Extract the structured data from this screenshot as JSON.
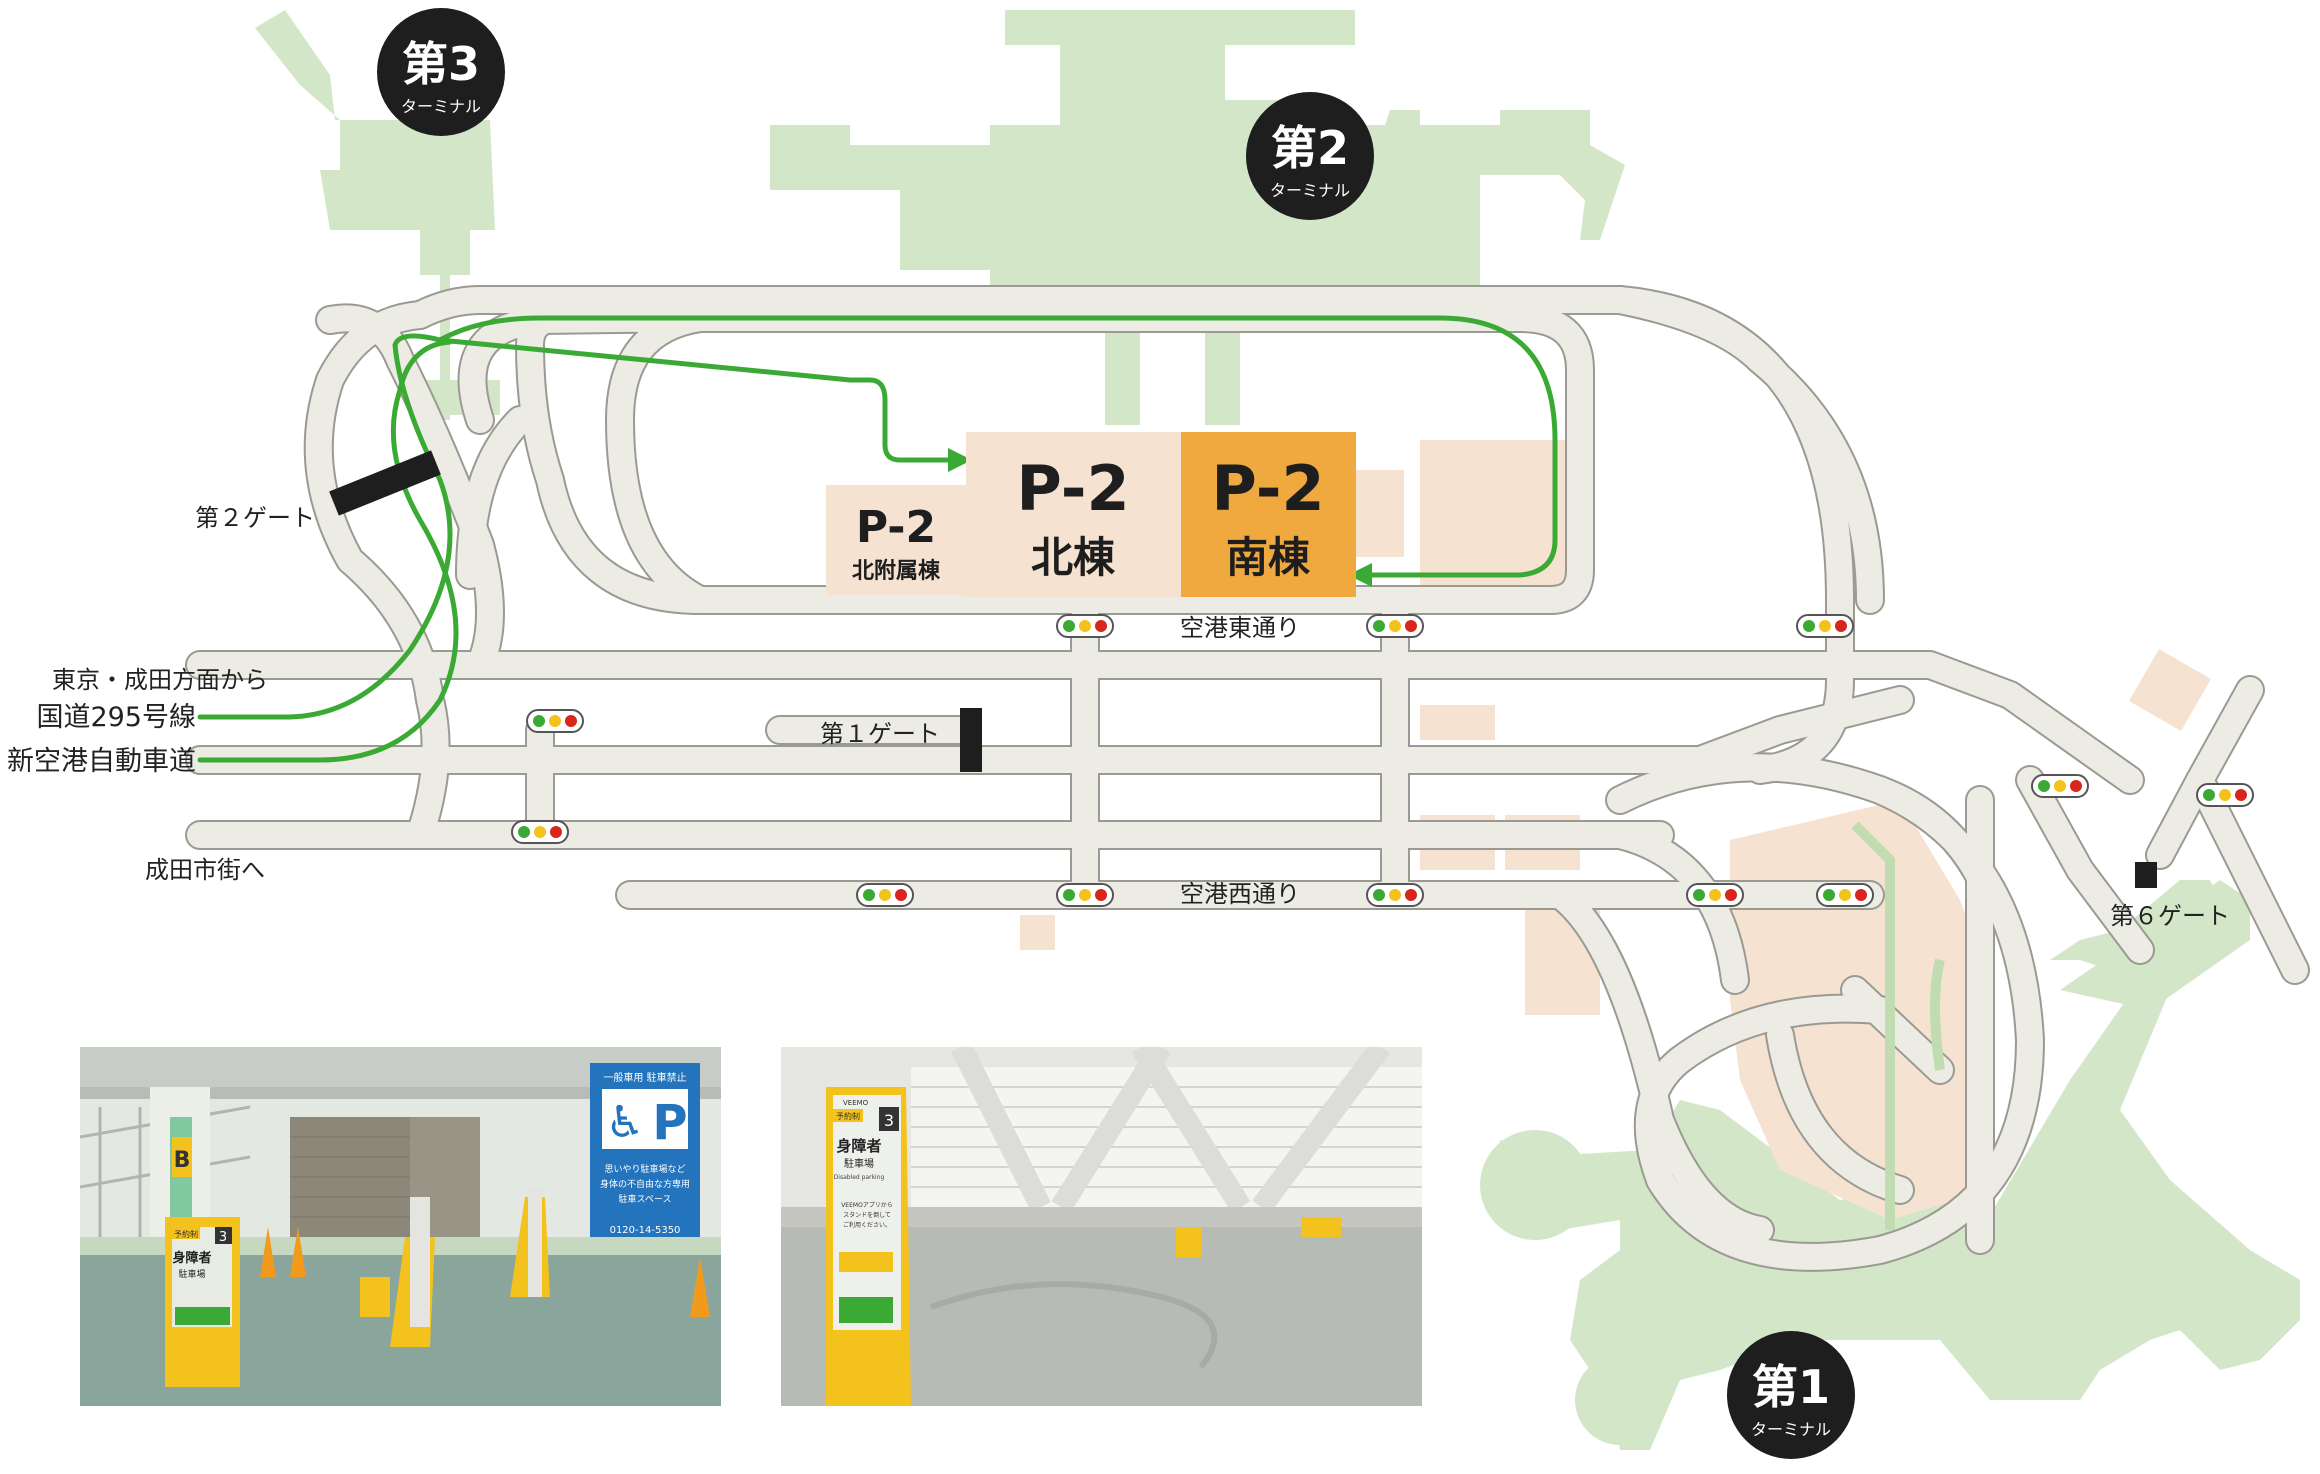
{
  "terminals": [
    {
      "id": "t3",
      "num": "第3",
      "sub": "ターミナル"
    },
    {
      "id": "t2",
      "num": "第2",
      "sub": "ターミナル"
    },
    {
      "id": "t1",
      "num": "第1",
      "sub": "ターミナル"
    }
  ],
  "parking": {
    "north_annex": {
      "name": "P-2",
      "sub": "北附属棟"
    },
    "north": {
      "name": "P-2",
      "sub": "北棟"
    },
    "south": {
      "name": "P-2",
      "sub": "南棟"
    }
  },
  "gates": {
    "gate2": "第２ゲート",
    "gate1": "第１ゲート",
    "gate6": "第６ゲート"
  },
  "roads": {
    "east": "空港東通り",
    "west": "空港西通り"
  },
  "routes": {
    "from_tokyo": "東京・成田方面から",
    "route295": "国道295号線",
    "expressway": "新空港自動車道",
    "to_narita": "成田市街へ"
  },
  "photo_left": {
    "pillar_letter": "B",
    "sign_header": "一般車用 駐車禁止",
    "sign_symbol": "P",
    "sign_note1": "思いやり駐車場など",
    "sign_note2": "身体の不自由な方専用",
    "sign_note3": "駐車スペース",
    "sign_phone": "0120-14-5350",
    "stand_tag": "予約制",
    "stand_num": "3",
    "stand_title": "身障者",
    "stand_sub": "駐車場"
  },
  "photo_right": {
    "brand": "VEEMO",
    "stand_tag": "予約制",
    "stand_num": "3",
    "stand_title": "身障者",
    "stand_sub": "駐車場",
    "stand_en": "Disabled parking",
    "stand_note1": "VEEMOアプリから",
    "stand_note2": "スタンドを倒して",
    "stand_note3": "ご利用ください。"
  },
  "colors": {
    "road": "#ecece4",
    "road_edge": "#9a9a92",
    "building": "#d4e6c8",
    "annex": "#f6e2d0",
    "highlight": "#f0a93f",
    "route": "#3aaa35",
    "label_dark": "#1e1e1e"
  }
}
